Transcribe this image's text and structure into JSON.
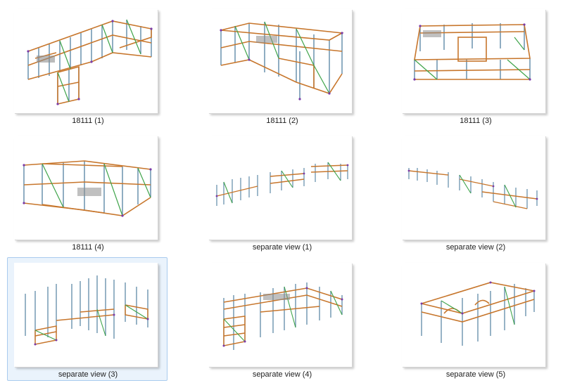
{
  "gallery": {
    "items": [
      {
        "label": "18111 (1)",
        "icon": "scaffold-model-thumbnail",
        "selected": false
      },
      {
        "label": "18111 (2)",
        "icon": "scaffold-model-thumbnail",
        "selected": false
      },
      {
        "label": "18111 (3)",
        "icon": "scaffold-model-thumbnail",
        "selected": false
      },
      {
        "label": "18111 (4)",
        "icon": "scaffold-model-thumbnail",
        "selected": false
      },
      {
        "label": "separate view (1)",
        "icon": "scaffold-model-thumbnail",
        "selected": false
      },
      {
        "label": "separate view (2)",
        "icon": "scaffold-model-thumbnail",
        "selected": false
      },
      {
        "label": "separate view (3)",
        "icon": "scaffold-model-thumbnail",
        "selected": true
      },
      {
        "label": "separate view (4)",
        "icon": "scaffold-model-thumbnail",
        "selected": false
      },
      {
        "label": "separate view (5)",
        "icon": "scaffold-model-thumbnail",
        "selected": false
      }
    ],
    "colors": {
      "selection_bg": "#eaf3fc",
      "selection_border": "#a9cbee",
      "pole": "#5f8aa8",
      "ledger": "#c7762c",
      "brace": "#3fa44a",
      "node": "#7a3aa8"
    }
  }
}
